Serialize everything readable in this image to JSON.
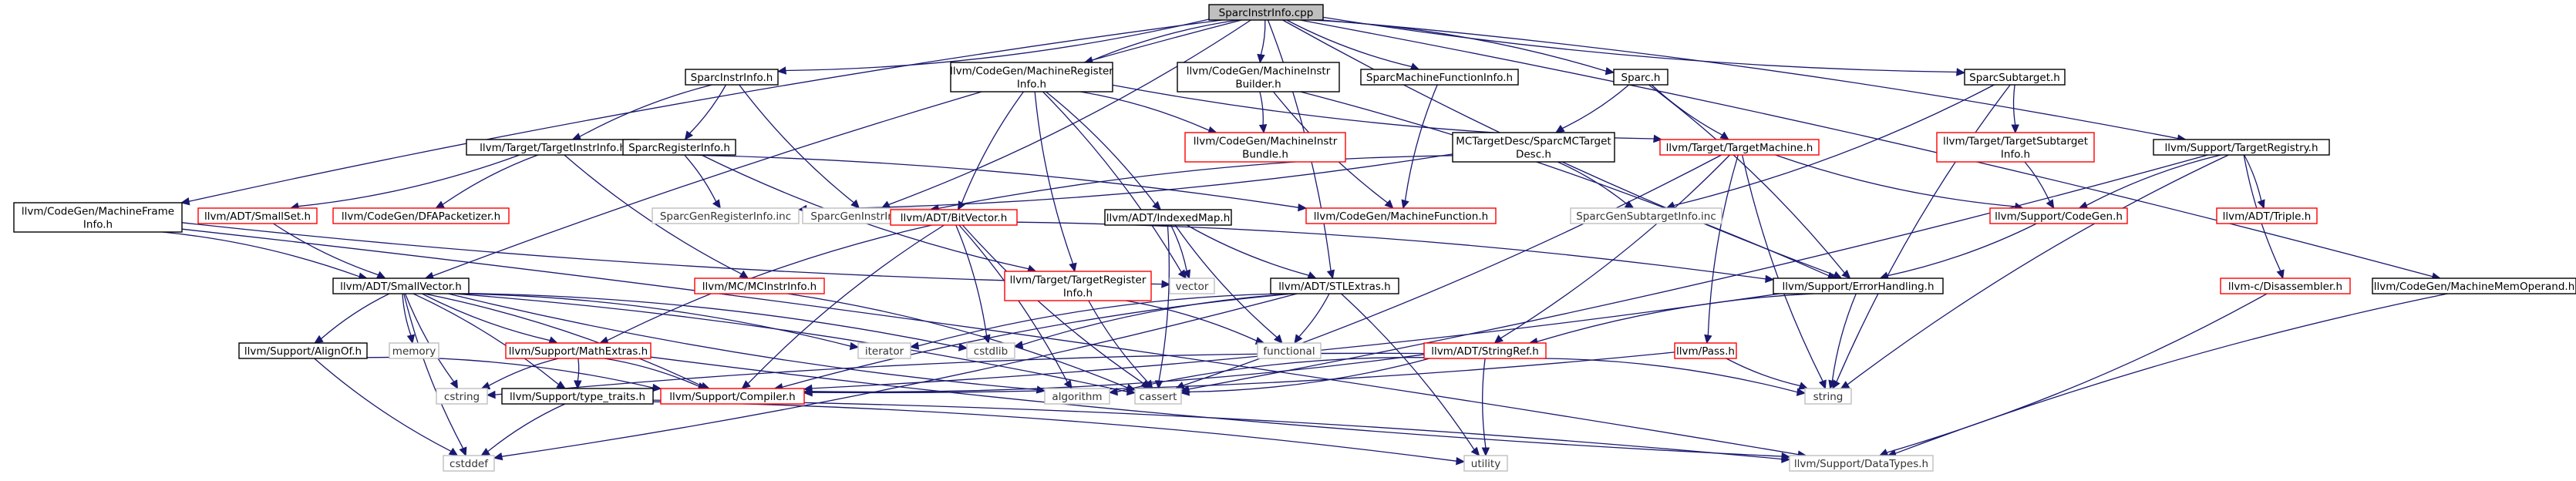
{
  "colors": {
    "edge": "#191970",
    "root_fill": "#bfbfbf",
    "normal_border": "#000000",
    "truncated_border": "#ff0000",
    "system_border": "#bfbfbf",
    "system_text": "#333333"
  },
  "nodes": [
    {
      "id": "root",
      "kind": "root",
      "lines": [
        "SparcInstrInfo.cpp"
      ]
    },
    {
      "id": "SparcInstrInfoH",
      "kind": "normal",
      "lines": [
        "SparcInstrInfo.h"
      ]
    },
    {
      "id": "MachineRegInfo",
      "kind": "normal",
      "lines": [
        "llvm/CodeGen/MachineRegister",
        "Info.h"
      ]
    },
    {
      "id": "MachineInstrBuilder",
      "kind": "normal",
      "lines": [
        "llvm/CodeGen/MachineInstr",
        "Builder.h"
      ]
    },
    {
      "id": "SparcMFI",
      "kind": "normal",
      "lines": [
        "SparcMachineFunctionInfo.h"
      ]
    },
    {
      "id": "SparcH",
      "kind": "normal",
      "lines": [
        "Sparc.h"
      ]
    },
    {
      "id": "SparcSubtarget",
      "kind": "normal",
      "lines": [
        "SparcSubtarget.h"
      ]
    },
    {
      "id": "TargetInstrInfo",
      "kind": "normal",
      "lines": [
        "llvm/Target/TargetInstrInfo.h"
      ]
    },
    {
      "id": "SparcRegisterInfo",
      "kind": "normal",
      "lines": [
        "SparcRegisterInfo.h"
      ]
    },
    {
      "id": "MIBundle",
      "kind": "truncated",
      "lines": [
        "llvm/CodeGen/MachineInstr",
        "Bundle.h"
      ]
    },
    {
      "id": "MCTargetDesc",
      "kind": "normal",
      "lines": [
        "MCTargetDesc/SparcMCTarget",
        "Desc.h"
      ]
    },
    {
      "id": "TargetMachine",
      "kind": "truncated",
      "lines": [
        "llvm/Target/TargetMachine.h"
      ]
    },
    {
      "id": "TargetSubtargetInfo",
      "kind": "truncated",
      "lines": [
        "llvm/Target/TargetSubtarget",
        "Info.h"
      ]
    },
    {
      "id": "TargetRegistry",
      "kind": "normal",
      "lines": [
        "llvm/Support/TargetRegistry.h"
      ]
    },
    {
      "id": "MachineFrameInfo",
      "kind": "normal",
      "lines": [
        "llvm/CodeGen/MachineFrame",
        "Info.h"
      ]
    },
    {
      "id": "SmallSet",
      "kind": "truncated",
      "lines": [
        "llvm/ADT/SmallSet.h"
      ]
    },
    {
      "id": "DFAPacketizer",
      "kind": "truncated",
      "lines": [
        "llvm/CodeGen/DFAPacketizer.h"
      ]
    },
    {
      "id": "SparcGenRegisterInfoInc",
      "kind": "system",
      "lines": [
        "SparcGenRegisterInfo.inc"
      ]
    },
    {
      "id": "SparcGenInstrInfoInc",
      "kind": "system",
      "lines": [
        "SparcGenInstrInfo.inc"
      ]
    },
    {
      "id": "MachineFunction",
      "kind": "truncated",
      "lines": [
        "llvm/CodeGen/MachineFunction.h"
      ]
    },
    {
      "id": "SparcGenSubtargetInfoInc",
      "kind": "system",
      "lines": [
        "SparcGenSubtargetInfo.inc"
      ]
    },
    {
      "id": "SupportCodeGen",
      "kind": "truncated",
      "lines": [
        "llvm/Support/CodeGen.h"
      ]
    },
    {
      "id": "Triple",
      "kind": "truncated",
      "lines": [
        "llvm/ADT/Triple.h"
      ]
    },
    {
      "id": "BitVector",
      "kind": "truncated",
      "lines": [
        "llvm/ADT/BitVector.h"
      ]
    },
    {
      "id": "IndexedMap",
      "kind": "normal",
      "lines": [
        "llvm/ADT/IndexedMap.h"
      ]
    },
    {
      "id": "SmallVector",
      "kind": "normal",
      "lines": [
        "llvm/ADT/SmallVector.h"
      ]
    },
    {
      "id": "MCInstrInfo",
      "kind": "truncated",
      "lines": [
        "llvm/MC/MCInstrInfo.h"
      ]
    },
    {
      "id": "TargetRegisterInfo",
      "kind": "truncated",
      "lines": [
        "llvm/Target/TargetRegister",
        "Info.h"
      ]
    },
    {
      "id": "vector",
      "kind": "system",
      "lines": [
        "vector"
      ]
    },
    {
      "id": "STLExtras",
      "kind": "normal",
      "lines": [
        "llvm/ADT/STLExtras.h"
      ]
    },
    {
      "id": "ErrorHandling",
      "kind": "normal",
      "lines": [
        "llvm/Support/ErrorHandling.h"
      ]
    },
    {
      "id": "Disassembler",
      "kind": "truncated",
      "lines": [
        "llvm-c/Disassembler.h"
      ]
    },
    {
      "id": "MachineMemOperand",
      "kind": "normal",
      "lines": [
        "llvm/CodeGen/MachineMemOperand.h"
      ]
    },
    {
      "id": "memory",
      "kind": "system",
      "lines": [
        "memory"
      ]
    },
    {
      "id": "AlignOf",
      "kind": "normal",
      "lines": [
        "llvm/Support/AlignOf.h"
      ]
    },
    {
      "id": "MathExtras",
      "kind": "truncated",
      "lines": [
        "llvm/Support/MathExtras.h"
      ]
    },
    {
      "id": "iterator",
      "kind": "system",
      "lines": [
        "iterator"
      ]
    },
    {
      "id": "cstdlib",
      "kind": "system",
      "lines": [
        "cstdlib"
      ]
    },
    {
      "id": "functional",
      "kind": "system",
      "lines": [
        "functional"
      ]
    },
    {
      "id": "StringRef",
      "kind": "truncated",
      "lines": [
        "llvm/ADT/StringRef.h"
      ]
    },
    {
      "id": "Pass",
      "kind": "truncated",
      "lines": [
        "llvm/Pass.h"
      ]
    },
    {
      "id": "cstring",
      "kind": "system",
      "lines": [
        "cstring"
      ]
    },
    {
      "id": "typeTraits",
      "kind": "normal",
      "lines": [
        "llvm/Support/type_traits.h"
      ]
    },
    {
      "id": "Compiler",
      "kind": "truncated",
      "lines": [
        "llvm/Support/Compiler.h"
      ]
    },
    {
      "id": "algorithm",
      "kind": "system",
      "lines": [
        "algorithm"
      ]
    },
    {
      "id": "cassert",
      "kind": "system",
      "lines": [
        "cassert"
      ]
    },
    {
      "id": "string",
      "kind": "system",
      "lines": [
        "string"
      ]
    },
    {
      "id": "cstddef",
      "kind": "system",
      "lines": [
        "cstddef"
      ]
    },
    {
      "id": "utility",
      "kind": "system",
      "lines": [
        "utility"
      ]
    },
    {
      "id": "DataTypes",
      "kind": "system",
      "lines": [
        "llvm/Support/DataTypes.h"
      ]
    }
  ],
  "edges": [
    [
      "root",
      "SparcInstrInfoH"
    ],
    [
      "root",
      "MachineRegInfo"
    ],
    [
      "root",
      "MachineInstrBuilder"
    ],
    [
      "root",
      "SparcMFI"
    ],
    [
      "root",
      "SparcH"
    ],
    [
      "root",
      "SparcSubtarget"
    ],
    [
      "root",
      "TargetRegistry"
    ],
    [
      "root",
      "MachineFrameInfo"
    ],
    [
      "root",
      "SparcGenInstrInfoInc"
    ],
    [
      "root",
      "SmallVector"
    ],
    [
      "root",
      "STLExtras"
    ],
    [
      "root",
      "ErrorHandling"
    ],
    [
      "root",
      "MachineMemOperand"
    ],
    [
      "SparcInstrInfoH",
      "TargetInstrInfo"
    ],
    [
      "SparcInstrInfoH",
      "SparcRegisterInfo"
    ],
    [
      "SparcInstrInfoH",
      "SparcGenInstrInfoInc"
    ],
    [
      "MachineRegInfo",
      "MIBundle"
    ],
    [
      "MachineRegInfo",
      "BitVector"
    ],
    [
      "MachineRegInfo",
      "IndexedMap"
    ],
    [
      "MachineRegInfo",
      "TargetRegisterInfo"
    ],
    [
      "MachineRegInfo",
      "vector"
    ],
    [
      "MachineRegInfo",
      "TargetMachine"
    ],
    [
      "MachineInstrBuilder",
      "MIBundle"
    ],
    [
      "MachineInstrBuilder",
      "MachineFunction"
    ],
    [
      "MachineInstrBuilder",
      "ErrorHandling"
    ],
    [
      "SparcMFI",
      "MachineFunction"
    ],
    [
      "SparcH",
      "MCTargetDesc"
    ],
    [
      "SparcH",
      "TargetMachine"
    ],
    [
      "SparcH",
      "ErrorHandling"
    ],
    [
      "SparcSubtarget",
      "TargetSubtargetInfo"
    ],
    [
      "SparcSubtarget",
      "SparcGenSubtargetInfoInc"
    ],
    [
      "SparcSubtarget",
      "string"
    ],
    [
      "TargetInstrInfo",
      "SmallSet"
    ],
    [
      "TargetInstrInfo",
      "DFAPacketizer"
    ],
    [
      "TargetInstrInfo",
      "MachineFunction"
    ],
    [
      "TargetInstrInfo",
      "MCInstrInfo"
    ],
    [
      "SparcRegisterInfo",
      "SparcGenRegisterInfoInc"
    ],
    [
      "SparcRegisterInfo",
      "TargetRegisterInfo"
    ],
    [
      "MCTargetDesc",
      "SparcGenRegisterInfoInc"
    ],
    [
      "MCTargetDesc",
      "SparcGenInstrInfoInc"
    ],
    [
      "MCTargetDesc",
      "SparcGenSubtargetInfoInc"
    ],
    [
      "TargetMachine",
      "SupportCodeGen"
    ],
    [
      "TargetMachine",
      "StringRef"
    ],
    [
      "TargetMachine",
      "Pass"
    ],
    [
      "TargetMachine",
      "cassert"
    ],
    [
      "TargetMachine",
      "string"
    ],
    [
      "TargetSubtargetInfo",
      "SupportCodeGen"
    ],
    [
      "TargetRegistry",
      "SupportCodeGen"
    ],
    [
      "TargetRegistry",
      "Triple"
    ],
    [
      "TargetRegistry",
      "Disassembler"
    ],
    [
      "TargetRegistry",
      "cassert"
    ],
    [
      "TargetRegistry",
      "string"
    ],
    [
      "MachineFrameInfo",
      "SmallVector"
    ],
    [
      "MachineFrameInfo",
      "vector"
    ],
    [
      "MachineFrameInfo",
      "DataTypes"
    ],
    [
      "SmallSet",
      "SmallVector"
    ],
    [
      "SupportCodeGen",
      "ErrorHandling"
    ],
    [
      "BitVector",
      "Compiler"
    ],
    [
      "BitVector",
      "ErrorHandling"
    ],
    [
      "BitVector",
      "MathExtras"
    ],
    [
      "BitVector",
      "algorithm"
    ],
    [
      "BitVector",
      "cassert"
    ],
    [
      "BitVector",
      "cstdlib"
    ],
    [
      "IndexedMap",
      "STLExtras"
    ],
    [
      "IndexedMap",
      "cassert"
    ],
    [
      "IndexedMap",
      "functional"
    ],
    [
      "IndexedMap",
      "vector"
    ],
    [
      "SmallVector",
      "AlignOf"
    ],
    [
      "SmallVector",
      "Compiler"
    ],
    [
      "SmallVector",
      "MathExtras"
    ],
    [
      "SmallVector",
      "typeTraits"
    ],
    [
      "SmallVector",
      "algorithm"
    ],
    [
      "SmallVector",
      "cassert"
    ],
    [
      "SmallVector",
      "cstddef"
    ],
    [
      "SmallVector",
      "cstdlib"
    ],
    [
      "SmallVector",
      "cstring"
    ],
    [
      "SmallVector",
      "iterator"
    ],
    [
      "SmallVector",
      "memory"
    ],
    [
      "MCInstrInfo",
      "cassert"
    ],
    [
      "TargetRegisterInfo",
      "cassert"
    ],
    [
      "TargetRegisterInfo",
      "functional"
    ],
    [
      "STLExtras",
      "Compiler"
    ],
    [
      "STLExtras",
      "cstddef"
    ],
    [
      "STLExtras",
      "cstdlib"
    ],
    [
      "STLExtras",
      "functional"
    ],
    [
      "STLExtras",
      "iterator"
    ],
    [
      "STLExtras",
      "utility"
    ],
    [
      "ErrorHandling",
      "StringRef"
    ],
    [
      "ErrorHandling",
      "Compiler"
    ],
    [
      "ErrorHandling",
      "string"
    ],
    [
      "Disassembler",
      "DataTypes"
    ],
    [
      "MachineMemOperand",
      "DataTypes"
    ],
    [
      "AlignOf",
      "Compiler"
    ],
    [
      "AlignOf",
      "cstddef"
    ],
    [
      "MathExtras",
      "Compiler"
    ],
    [
      "MathExtras",
      "DataTypes"
    ],
    [
      "MathExtras",
      "typeTraits"
    ],
    [
      "MathExtras",
      "cstring"
    ],
    [
      "StringRef",
      "Compiler"
    ],
    [
      "StringRef",
      "algorithm"
    ],
    [
      "StringRef",
      "cassert"
    ],
    [
      "StringRef",
      "cstring"
    ],
    [
      "StringRef",
      "string"
    ],
    [
      "StringRef",
      "utility"
    ],
    [
      "Pass",
      "Compiler"
    ],
    [
      "Pass",
      "string"
    ],
    [
      "typeTraits",
      "DataTypes"
    ],
    [
      "typeTraits",
      "cstddef"
    ],
    [
      "typeTraits",
      "utility"
    ]
  ]
}
